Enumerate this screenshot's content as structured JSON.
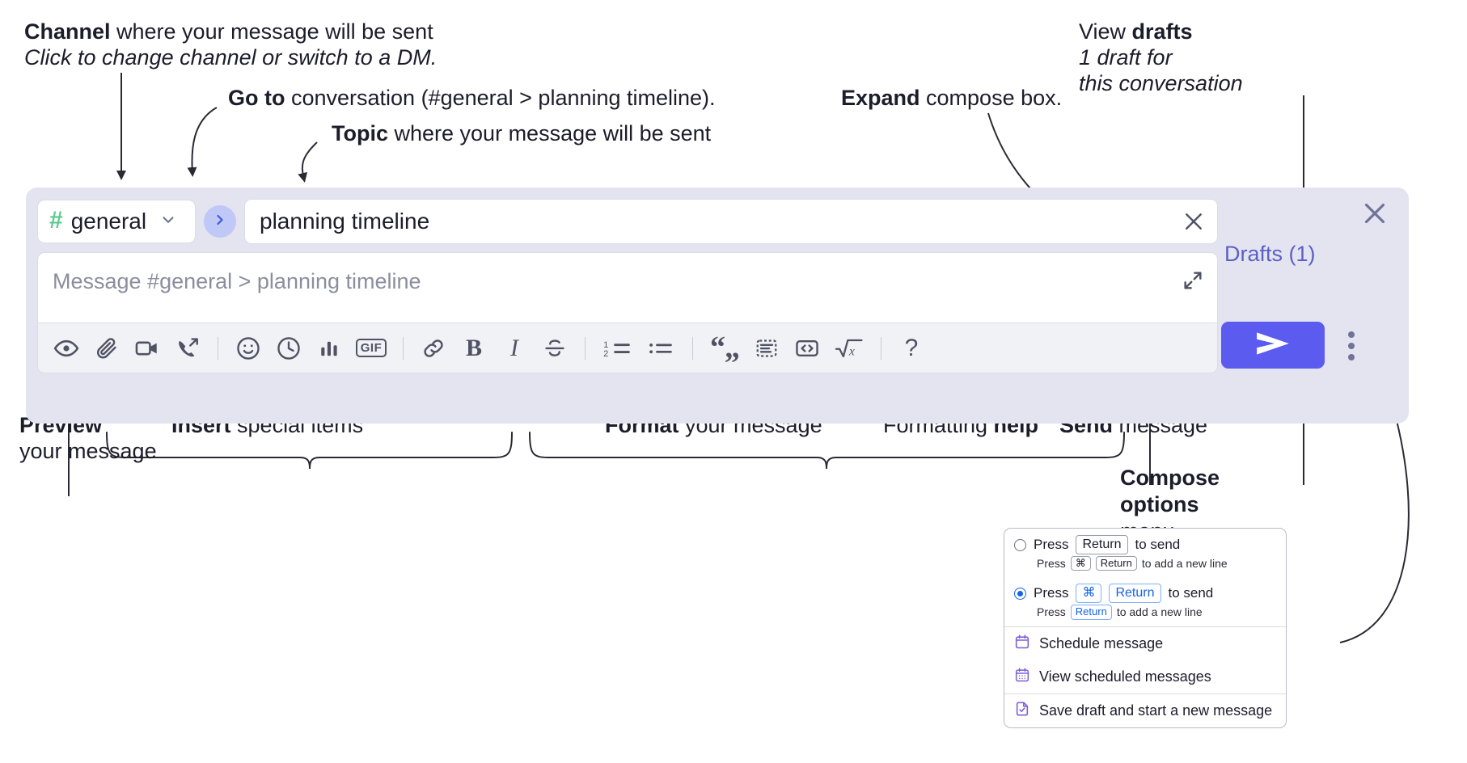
{
  "annotations": {
    "channel": {
      "bold": "Channel",
      "rest": " where your message will be sent",
      "sub": "Click to change channel or switch to a DM."
    },
    "goto": {
      "bold": "Go to",
      "rest": " conversation (#general > planning timeline)."
    },
    "topic": {
      "bold": "Topic",
      "rest": " where your message will be sent"
    },
    "expand": {
      "bold": "Expand",
      "rest": " compose box."
    },
    "drafts": {
      "pre": "View ",
      "bold": "drafts",
      "sub1": "1 draft for",
      "sub2": "this conversation"
    },
    "preview": {
      "bold": "Preview",
      "sub": "your message"
    },
    "insert": {
      "bold": "Insert",
      "rest": " special items"
    },
    "format": {
      "bold": "Format",
      "rest": " your message"
    },
    "help": {
      "pre": "Formatting ",
      "bold": "help"
    },
    "send": {
      "bold": "Send",
      "rest": " message"
    },
    "compose_options": {
      "bold1": "Compose",
      "bold2": "options",
      "rest": "menu"
    }
  },
  "compose": {
    "channel": {
      "name": "general",
      "hash": "#",
      "icon": "hash-icon",
      "chevron": "chevron-down-icon"
    },
    "goto_icon": "chevron-right-icon",
    "topic": {
      "value": "planning timeline",
      "clear_icon": "close-icon"
    },
    "message": {
      "placeholder": "Message #general > planning timeline",
      "value": ""
    },
    "expand_icon": "expand-icon",
    "close_icon": "close-icon",
    "drafts_label": "Drafts (1)",
    "send_icon": "send-icon",
    "options_icon": "kebab-menu-icon",
    "toolbar": [
      {
        "name": "preview-button",
        "icon": "eye-icon",
        "label": "Preview"
      },
      {
        "name": "attach-button",
        "icon": "paperclip-icon",
        "label": "Attach file"
      },
      {
        "name": "video-button",
        "icon": "video-camera-icon",
        "label": "Record video clip"
      },
      {
        "name": "audio-button",
        "icon": "phone-arrow-icon",
        "label": "Record audio clip"
      },
      {
        "name": "separator",
        "icon": "divider",
        "label": ""
      },
      {
        "name": "emoji-button",
        "icon": "smiley-icon",
        "label": "Emoji"
      },
      {
        "name": "reminder-button",
        "icon": "clock-icon",
        "label": "Reminder"
      },
      {
        "name": "poll-button",
        "icon": "bar-chart-icon",
        "label": "Poll"
      },
      {
        "name": "gif-button",
        "icon": "gif-icon",
        "label": "GIF"
      },
      {
        "name": "separator",
        "icon": "divider",
        "label": ""
      },
      {
        "name": "link-button",
        "icon": "link-icon",
        "label": "Link"
      },
      {
        "name": "bold-button",
        "icon": "bold-icon",
        "label": "B"
      },
      {
        "name": "italic-button",
        "icon": "italic-icon",
        "label": "I"
      },
      {
        "name": "strikethrough-button",
        "icon": "strikethrough-icon",
        "label": "S"
      },
      {
        "name": "separator",
        "icon": "divider",
        "label": ""
      },
      {
        "name": "ordered-list-button",
        "icon": "ordered-list-icon",
        "label": "1 2"
      },
      {
        "name": "bulleted-list-button",
        "icon": "bulleted-list-icon",
        "label": ""
      },
      {
        "name": "separator",
        "icon": "divider",
        "label": ""
      },
      {
        "name": "blockquote-button",
        "icon": "quote-icon",
        "label": ""
      },
      {
        "name": "code-block-button",
        "icon": "code-block-icon",
        "label": ""
      },
      {
        "name": "inline-code-button",
        "icon": "code-brackets-icon",
        "label": "<>"
      },
      {
        "name": "math-button",
        "icon": "square-root-icon",
        "label": "√x"
      },
      {
        "name": "separator",
        "icon": "divider",
        "label": ""
      },
      {
        "name": "formatting-help-button",
        "icon": "question-mark-icon",
        "label": "?"
      }
    ]
  },
  "options_menu": {
    "radios": [
      {
        "selected": false,
        "parts": [
          "Press ",
          "Return",
          " to send"
        ],
        "sub": [
          "Press ",
          "⌘",
          "Return",
          " to add a new line"
        ]
      },
      {
        "selected": true,
        "parts": [
          "Press ",
          "⌘",
          "Return",
          " to send"
        ],
        "sub": [
          "Press ",
          "Return",
          " to add a new line"
        ]
      }
    ],
    "items": [
      {
        "label": "Schedule message",
        "icon": "calendar-icon"
      },
      {
        "label": "View scheduled messages",
        "icon": "calendar-grid-icon"
      },
      {
        "label": "Save draft and start a new message",
        "icon": "file-check-icon"
      }
    ]
  },
  "colors": {
    "panel_bg": "#e3e4ef",
    "accent_send": "#5b5bef",
    "drafts_text": "#5b5fc7",
    "hash_green": "#5ccb8f",
    "goto_bg": "#bfc8f6",
    "radio_blue": "#1264e8"
  }
}
